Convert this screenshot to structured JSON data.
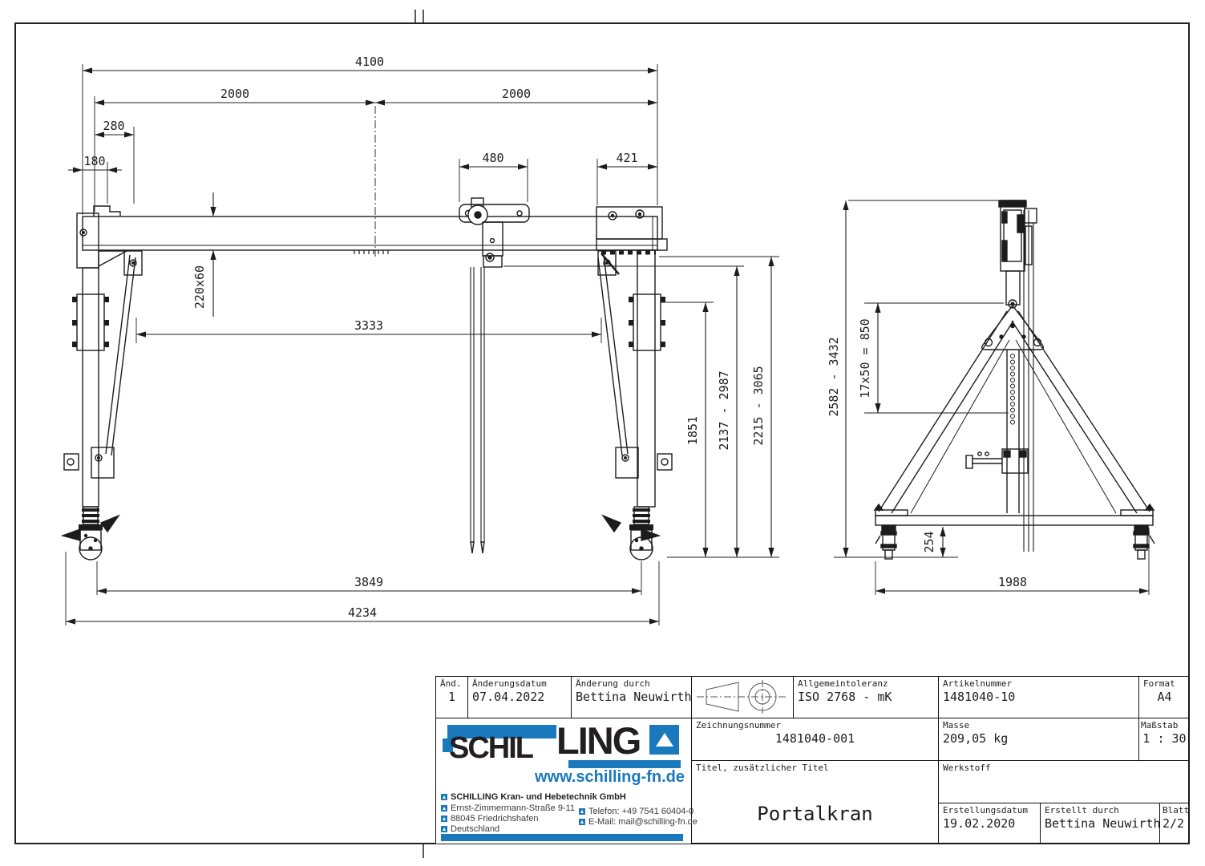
{
  "front_view": {
    "dims": {
      "span_total": "4100",
      "span_left": "2000",
      "span_right": "2000",
      "d280": "280",
      "d180": "180",
      "d480": "480",
      "d421": "421",
      "beam_section": "220x60",
      "inner_width": "3333",
      "h1851": "1851",
      "h_range_mid": "2137 - 2987",
      "h_range_top": "2215 - 3065",
      "wheelbase": "3849",
      "overall_width": "4234"
    }
  },
  "side_view": {
    "dims": {
      "height_range": "2582 - 3432",
      "hole_pattern": "17x50 = 850",
      "caster_height": "254",
      "base_width": "1988"
    }
  },
  "title_block": {
    "revision": {
      "label_no": "Änd.",
      "label_date": "Änderungsdatum",
      "label_by": "Änderung durch",
      "no": "1",
      "date": "07.04.2022",
      "by": "Bettina Neuwirth"
    },
    "tolerance": {
      "label": "Allgemeintoleranz",
      "value": "ISO 2768 - mK"
    },
    "article": {
      "label": "Artikelnummer",
      "value": "1481040-10"
    },
    "format": {
      "label": "Format",
      "value": "A4"
    },
    "drawing_no": {
      "label": "Zeichnungsnummer",
      "value": "1481040-001"
    },
    "mass": {
      "label": "Masse",
      "value": "209,05 kg"
    },
    "scale": {
      "label": "Maßstab",
      "value": "1 : 30"
    },
    "title": {
      "label": "Titel, zusätzlicher Titel",
      "value": "Portalkran"
    },
    "material": {
      "label": "Werkstoff",
      "value": ""
    },
    "created_date": {
      "label": "Erstellungsdatum",
      "value": "19.02.2020"
    },
    "created_by": {
      "label": "Erstellt durch",
      "value": "Bettina Neuwirth"
    },
    "sheet": {
      "label": "Blatt",
      "value": "2/2"
    }
  },
  "logo": {
    "brand_blue": "#1a78bc",
    "word_part1": "SCHIL",
    "word_part2": "LING",
    "website": "www.schilling-fn.de",
    "company": "SCHILLING Kran- und Hebetechnik GmbH",
    "address1": "Ernst-Zimmermann-Straße 9-11",
    "address2": "88045 Friedrichshafen",
    "address3": "Deutschland",
    "phone": "Telefon: +49 7541 60404-0",
    "email": "E-Mail: mail@schilling-fn.de"
  }
}
